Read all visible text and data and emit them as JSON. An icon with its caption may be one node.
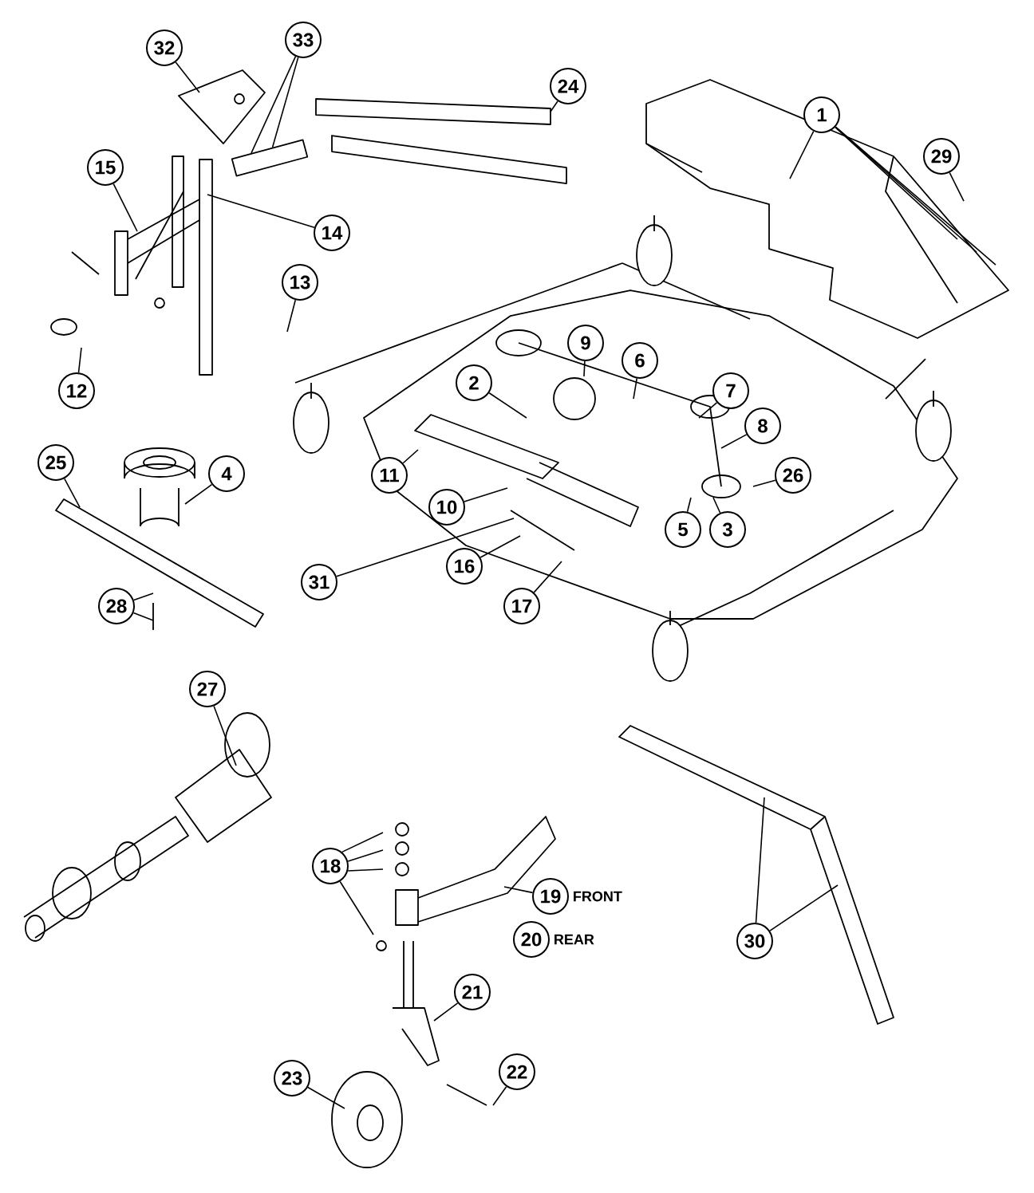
{
  "diagram": {
    "nodes": [
      {
        "text": [
          "1"
        ]
      },
      {
        "text": [
          "2"
        ]
      },
      {
        "text": [
          "3"
        ]
      },
      {
        "text": [
          "4"
        ]
      },
      {
        "text": [
          "5"
        ]
      },
      {
        "text": [
          "6"
        ]
      },
      {
        "text": [
          "7"
        ]
      },
      {
        "text": [
          "8"
        ]
      },
      {
        "text": [
          "9"
        ]
      },
      {
        "text": [
          "10"
        ]
      },
      {
        "text": [
          "11"
        ]
      },
      {
        "text": [
          "12"
        ]
      },
      {
        "text": [
          "13"
        ]
      },
      {
        "text": [
          "14"
        ]
      },
      {
        "text": [
          "15"
        ]
      },
      {
        "text": [
          "16"
        ]
      },
      {
        "text": [
          "17"
        ]
      },
      {
        "text": [
          "18"
        ]
      },
      {
        "text": [
          "19"
        ],
        "beside": [
          "FRONT"
        ]
      },
      {
        "text": [
          "20"
        ],
        "beside": [
          "REAR"
        ]
      },
      {
        "text": [
          "21"
        ]
      },
      {
        "text": [
          "22"
        ]
      },
      {
        "text": [
          "23"
        ]
      },
      {
        "text": [
          "24"
        ]
      },
      {
        "text": [
          "25"
        ]
      },
      {
        "text": [
          "26"
        ]
      },
      {
        "text": [
          "27"
        ]
      },
      {
        "text": [
          "28"
        ]
      },
      {
        "text": [
          "29"
        ]
      },
      {
        "text": [
          "30"
        ]
      },
      {
        "text": [
          "31"
        ]
      },
      {
        "text": [
          "32"
        ]
      },
      {
        "text": [
          "33"
        ]
      },
      {
        "text": [],
        "shape": "bar"
      }
    ],
    "edges": [
      {
        "from": 0,
        "to": null,
        "arrow": "none"
      },
      {
        "from": 0,
        "to": null,
        "arrow": "none"
      },
      {
        "from": 0,
        "to": null,
        "arrow": "none"
      },
      {
        "from": 0,
        "to": null,
        "arrow": "none"
      },
      {
        "from": 1,
        "to": null,
        "arrow": "none"
      },
      {
        "from": 2,
        "to": null,
        "arrow": "none"
      },
      {
        "from": 3,
        "to": null,
        "arrow": "none"
      },
      {
        "from": 4,
        "to": null,
        "arrow": "none"
      },
      {
        "from": 5,
        "to": null,
        "arrow": "none"
      },
      {
        "from": 6,
        "to": null,
        "arrow": "none"
      },
      {
        "from": 7,
        "to": null,
        "arrow": "none"
      },
      {
        "from": 8,
        "to": null,
        "arrow": "none"
      },
      {
        "from": 9,
        "to": null,
        "arrow": "none"
      },
      {
        "from": 10,
        "to": null,
        "arrow": "none"
      },
      {
        "from": 11,
        "to": null,
        "arrow": "none"
      },
      {
        "from": 12,
        "to": null,
        "arrow": "none"
      },
      {
        "from": 13,
        "to": null,
        "arrow": "none"
      },
      {
        "from": 14,
        "to": null,
        "arrow": "none"
      },
      {
        "from": 15,
        "to": null,
        "arrow": "none"
      },
      {
        "from": 16,
        "to": null,
        "arrow": "none"
      },
      {
        "from": 17,
        "to": null,
        "arrow": "none"
      },
      {
        "from": 17,
        "to": null,
        "arrow": "none"
      },
      {
        "from": 17,
        "to": null,
        "arrow": "none"
      },
      {
        "from": 17,
        "to": null,
        "arrow": "none"
      },
      {
        "from": 18,
        "to": null,
        "arrow": "none"
      },
      {
        "from": 20,
        "to": null,
        "arrow": "none"
      },
      {
        "from": 21,
        "to": null,
        "arrow": "none"
      },
      {
        "from": 22,
        "to": null,
        "arrow": "none"
      },
      {
        "from": 23,
        "to": null,
        "arrow": "none"
      },
      {
        "from": 24,
        "to": null,
        "arrow": "none"
      },
      {
        "from": 25,
        "to": null,
        "arrow": "none"
      },
      {
        "from": 26,
        "to": null,
        "arrow": "none"
      },
      {
        "from": 27,
        "to": null,
        "arrow": "none"
      },
      {
        "from": 27,
        "to": null,
        "arrow": "none"
      },
      {
        "from": 28,
        "to": null,
        "arrow": "none"
      },
      {
        "from": 29,
        "to": null,
        "arrow": "none"
      },
      {
        "from": 29,
        "to": null,
        "arrow": "none"
      },
      {
        "from": 30,
        "to": null,
        "arrow": "none"
      },
      {
        "from": 31,
        "to": null,
        "arrow": "none"
      },
      {
        "from": 32,
        "to": 33,
        "arrow": "none"
      },
      {
        "from": 32,
        "to": 33,
        "arrow": "none"
      }
    ]
  }
}
